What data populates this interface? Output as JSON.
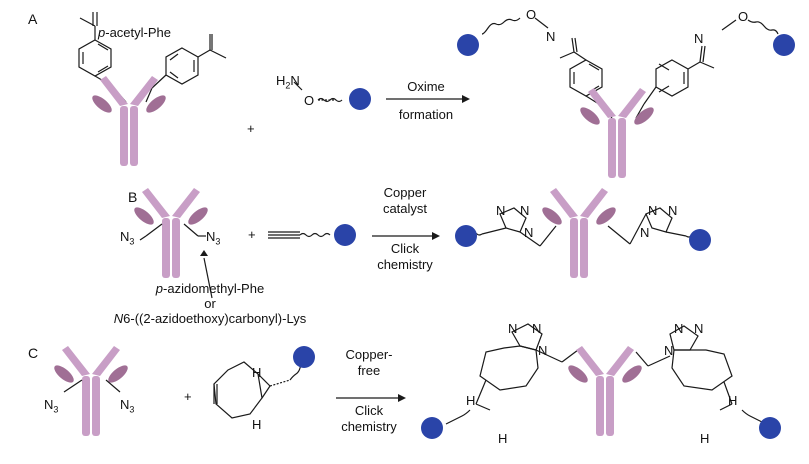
{
  "colors": {
    "antibody": "#c89ec6",
    "antibody_dark": "#a06f95",
    "payload": "#2a44a8",
    "line": "#1a1a1a"
  },
  "sections": {
    "a": {
      "letter": "A",
      "reagent": {
        "prefix": "p",
        "rest": "-acetyl-Phe"
      },
      "plus": "+",
      "amine": {
        "h": "H",
        "sub": "2",
        "n": "N",
        "o": "O"
      },
      "oxime_o": "O",
      "oxime_n": "N",
      "arrow": [
        "Oxime",
        "formation"
      ]
    },
    "b": {
      "letter": "B",
      "azide": {
        "n": "N",
        "sub": "3"
      },
      "plus": "+",
      "arrow": [
        "Copper",
        "catalyst",
        "Click",
        "chemistry"
      ],
      "triazole_n": "N",
      "note": {
        "line1_prefix": "p",
        "line1_rest": "-azidomethyl-Phe",
        "line2": "or",
        "line3_prefix": "N",
        "line3_rest": "6-((2-azidoethoxy)carbonyl)-Lys"
      }
    },
    "c": {
      "letter": "C",
      "azide": {
        "n": "N",
        "sub": "3"
      },
      "plus": "+",
      "h": "H",
      "triazole_n": "N",
      "arrow": [
        "Copper-",
        "free",
        "Click",
        "chemistry"
      ]
    }
  }
}
